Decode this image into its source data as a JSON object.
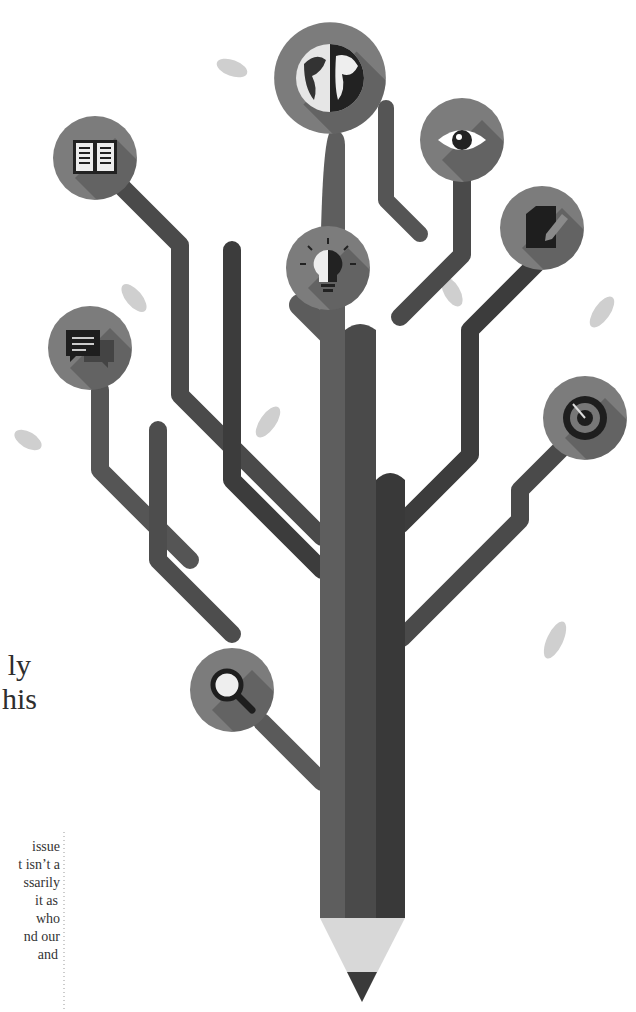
{
  "diagram": {
    "labels": [
      "ly",
      "his",
      "issue",
      "t isn’t a",
      "ssarily",
      "it as",
      "who",
      "nd our",
      "and"
    ]
  }
}
